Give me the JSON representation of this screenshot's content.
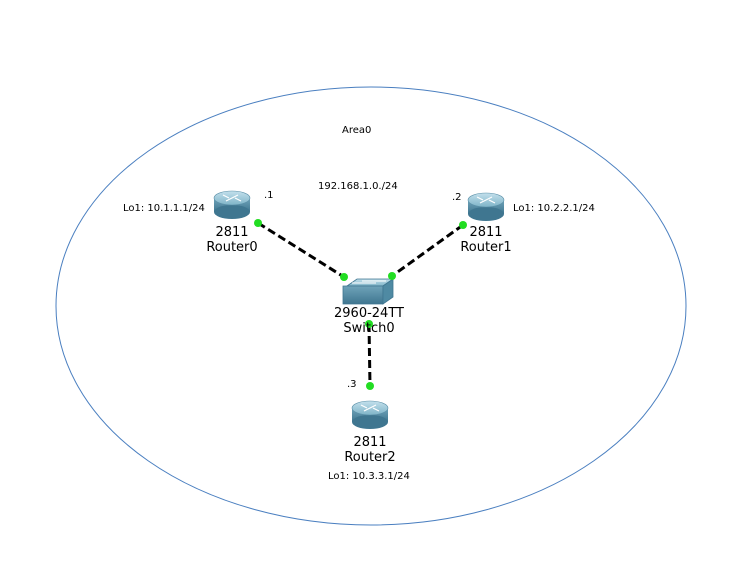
{
  "area": {
    "label": "Area0",
    "stroke_color": "#4a7fc0"
  },
  "network": {
    "subnet_label": "192.168.1.0./24"
  },
  "devices": {
    "router0": {
      "model": "2811",
      "name": "Router0",
      "iface_addr": ".1",
      "loopback": "Lo1: 10.1.1.1/24"
    },
    "router1": {
      "model": "2811",
      "name": "Router1",
      "iface_addr": ".2",
      "loopback": "Lo1: 10.2.2.1/24"
    },
    "router2": {
      "model": "2811",
      "name": "Router2",
      "iface_addr": ".3",
      "loopback": "Lo1: 10.3.3.1/24"
    },
    "switch0": {
      "model": "2960-24TT",
      "name": "Switch0"
    }
  },
  "colors": {
    "link": "#000000",
    "link_up_dot": "#22dd22",
    "device_body": "#7fb4c8",
    "device_dark": "#4f8aa3"
  }
}
